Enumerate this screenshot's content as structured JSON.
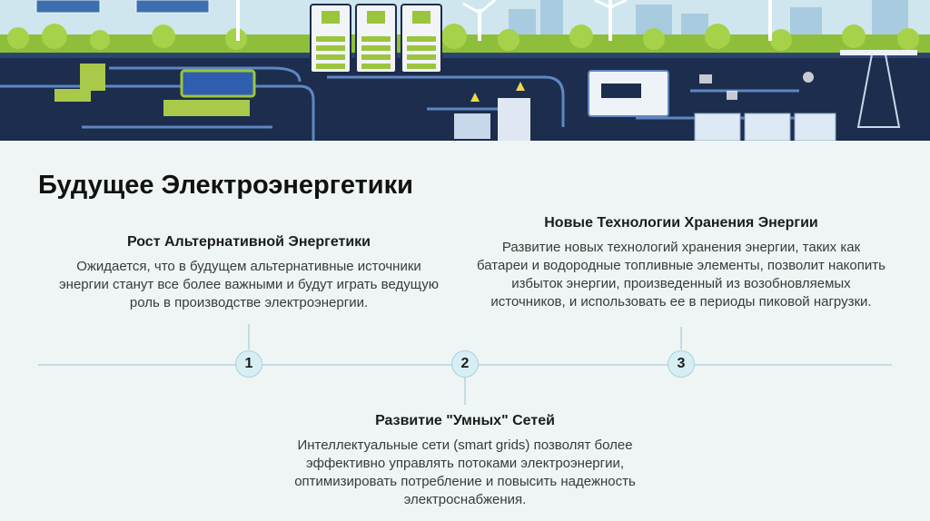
{
  "slide": {
    "title": "Будущее Электроэнергетики"
  },
  "timeline": [
    {
      "number": "1",
      "heading": "Рост Альтернативной Энергетики",
      "text": "Ожидается, что в будущем альтернативные источники энергии станут все более важными и будут играть ведущую роль в производстве электроэнергии."
    },
    {
      "number": "2",
      "heading": "Развитие \"Умных\" Сетей",
      "text": "Интеллектуальные сети (smart grids) позволят более эффективно управлять потоками электроэнергии, оптимизировать потребление и повысить надежность электроснабжения."
    },
    {
      "number": "3",
      "heading": "Новые Технологии Хранения Энергии",
      "text": "Развитие новых технологий хранения энергии, таких как батареи и водородные топливные элементы, позволит накопить избыток энергии, произведенный из возобновляемых источников, и использовать ее в периоды пиковой нагрузки."
    }
  ],
  "colors": {
    "background": "#eef5f4",
    "banner_dark": "#1c2d4d",
    "accent_green": "#9bc53d",
    "timeline_line": "#c3dde2"
  }
}
